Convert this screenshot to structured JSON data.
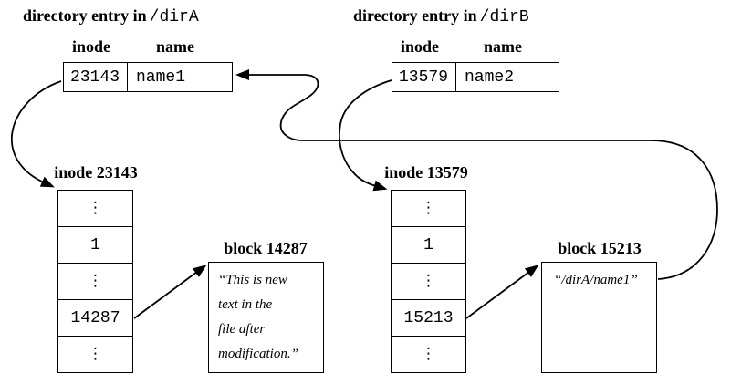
{
  "colors": {
    "ink": "#000000",
    "background": "#ffffff"
  },
  "dir_a": {
    "title_prefix": "directory entry in",
    "title_path": "/dirA",
    "headers": {
      "inode": "inode",
      "name": "name"
    },
    "inode_value": "23143",
    "name_value": "name1"
  },
  "dir_b": {
    "title_prefix": "directory entry in",
    "title_path": "/dirB",
    "headers": {
      "inode": "inode",
      "name": "name"
    },
    "inode_value": "13579",
    "name_value": "name2"
  },
  "inode_a": {
    "label": "inode 23143",
    "cells": [
      "⋮",
      "1",
      "⋮",
      "14287",
      "⋮"
    ]
  },
  "inode_b": {
    "label": "inode 13579",
    "cells": [
      "⋮",
      "1",
      "⋮",
      "15213",
      "⋮"
    ]
  },
  "block_a": {
    "label": "block 14287",
    "lines": [
      "“This is new",
      "text in the",
      "file after",
      "modification.”"
    ]
  },
  "block_b": {
    "label": "block 15213",
    "lines": [
      "“/dirA/name1”"
    ]
  }
}
